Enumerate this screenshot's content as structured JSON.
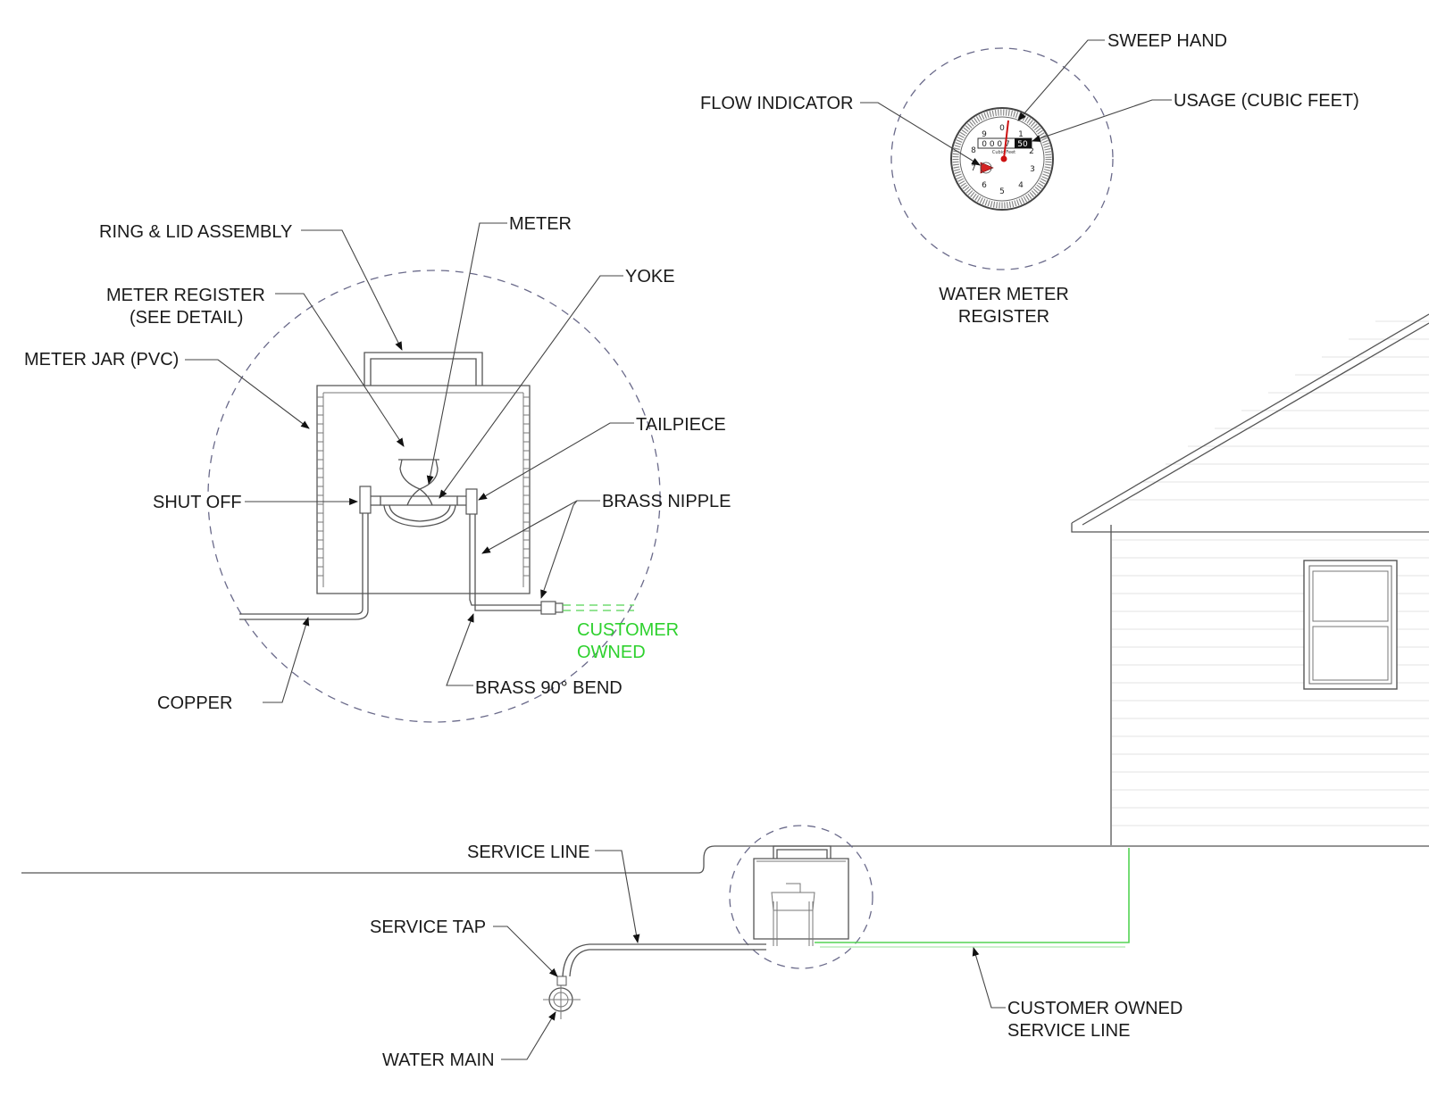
{
  "register_detail": {
    "labels": {
      "sweep_hand": "SWEEP HAND",
      "flow_indicator": "FLOW INDICATOR",
      "usage": "USAGE (CUBIC FEET)",
      "title_line1": "WATER METER",
      "title_line2": "REGISTER"
    },
    "dial_numbers": [
      "0",
      "1",
      "2",
      "3",
      "4",
      "5",
      "6",
      "7",
      "8",
      "9"
    ],
    "odometer": {
      "digits": "0 0 0 7",
      "highlight": "50"
    },
    "dial_unit": "Cubic Feet"
  },
  "meter_detail": {
    "labels": {
      "ring_lid": "RING & LID ASSEMBLY",
      "meter": "METER",
      "yoke": "YOKE",
      "meter_register_1": "METER REGISTER",
      "meter_register_2": "(SEE DETAIL)",
      "meter_jar": "METER JAR (PVC)",
      "tailpiece": "TAILPIECE",
      "shut_off": "SHUT OFF",
      "brass_nipple": "BRASS NIPPLE",
      "customer_owned_1": "CUSTOMER",
      "customer_owned_2": "OWNED",
      "copper": "COPPER",
      "brass_bend": "BRASS 90° BEND"
    }
  },
  "site": {
    "labels": {
      "service_line": "SERVICE LINE",
      "service_tap": "SERVICE TAP",
      "water_main": "WATER MAIN",
      "customer_service_1": "CUSTOMER OWNED",
      "customer_service_2": "SERVICE LINE"
    }
  },
  "colors": {
    "customer_line": "#54d454",
    "sweep_hand": "#cc1111",
    "outline": "#555555"
  }
}
